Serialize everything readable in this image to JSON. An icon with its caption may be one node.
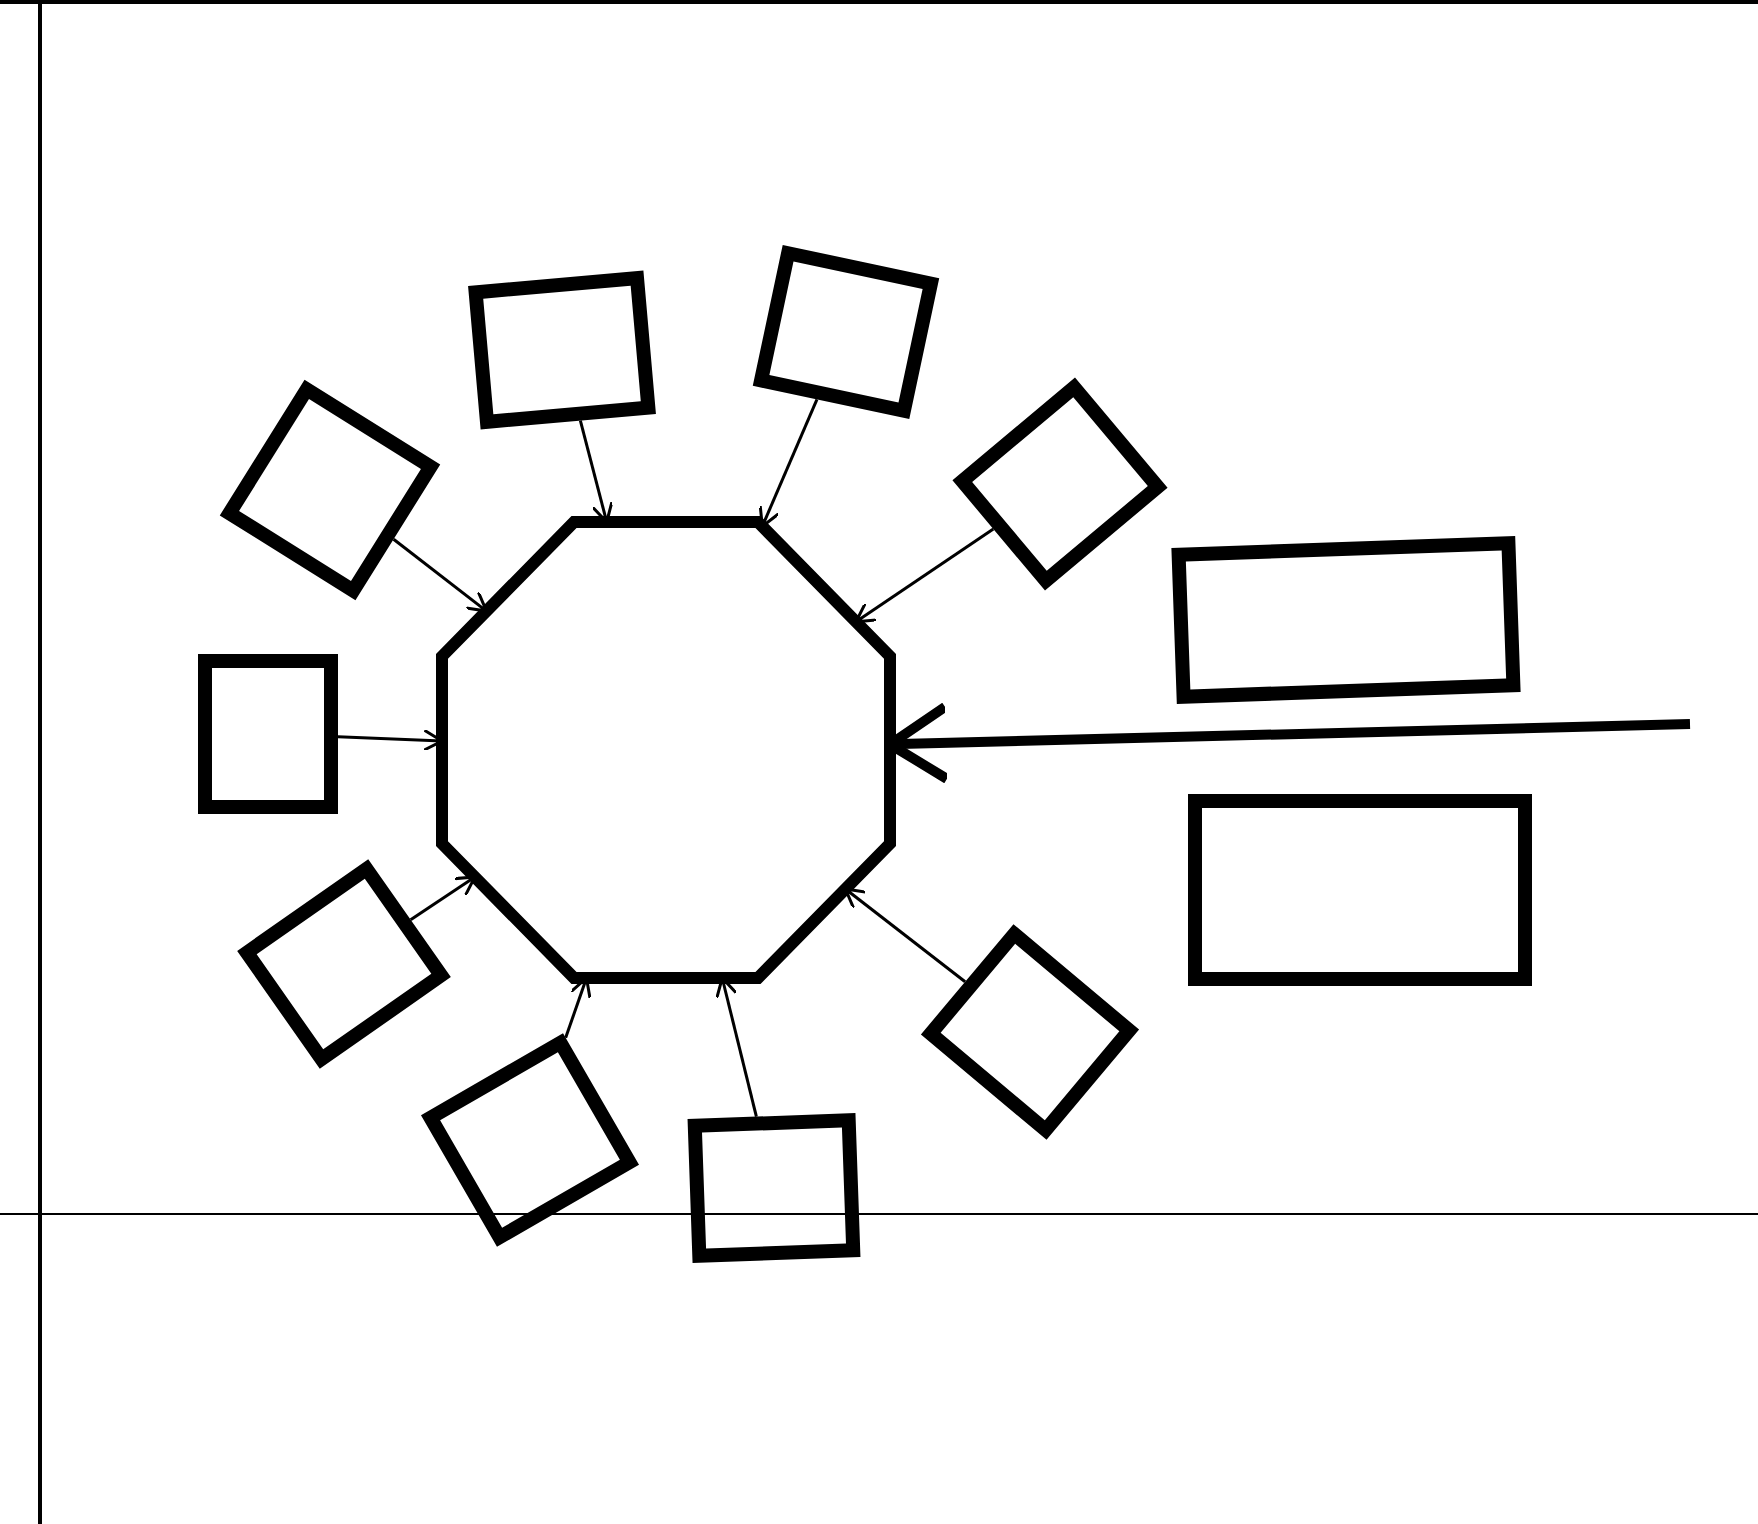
{
  "diagram": {
    "nodes": [
      {
        "text": [],
        "shape": "octagon"
      },
      {
        "text": [],
        "shape": "box"
      },
      {
        "text": [],
        "shape": "box"
      },
      {
        "text": [],
        "shape": "box"
      },
      {
        "text": [],
        "shape": "box"
      },
      {
        "text": [],
        "shape": "box"
      },
      {
        "text": [],
        "shape": "box"
      },
      {
        "text": [],
        "shape": "box"
      },
      {
        "text": [],
        "shape": "box"
      },
      {
        "text": [],
        "shape": "box"
      },
      {
        "text": [],
        "shape": "box"
      },
      {
        "text": [],
        "shape": "box"
      }
    ],
    "edges": [
      {
        "from": 1,
        "to": 0,
        "arrow": "to"
      },
      {
        "from": 2,
        "to": 0,
        "arrow": "to"
      },
      {
        "from": 3,
        "to": 0,
        "arrow": "to"
      },
      {
        "from": 4,
        "to": 0,
        "arrow": "to"
      },
      {
        "from": 5,
        "to": 0,
        "arrow": "to"
      },
      {
        "from": 6,
        "to": 0,
        "arrow": "to"
      },
      {
        "from": 7,
        "to": 0,
        "arrow": "to"
      },
      {
        "from": 8,
        "to": 0,
        "arrow": "to"
      },
      {
        "from": 9,
        "to": 0,
        "arrow": "to"
      },
      {
        "from": null,
        "to": 0,
        "arrow": "to",
        "style": "thick"
      }
    ]
  }
}
